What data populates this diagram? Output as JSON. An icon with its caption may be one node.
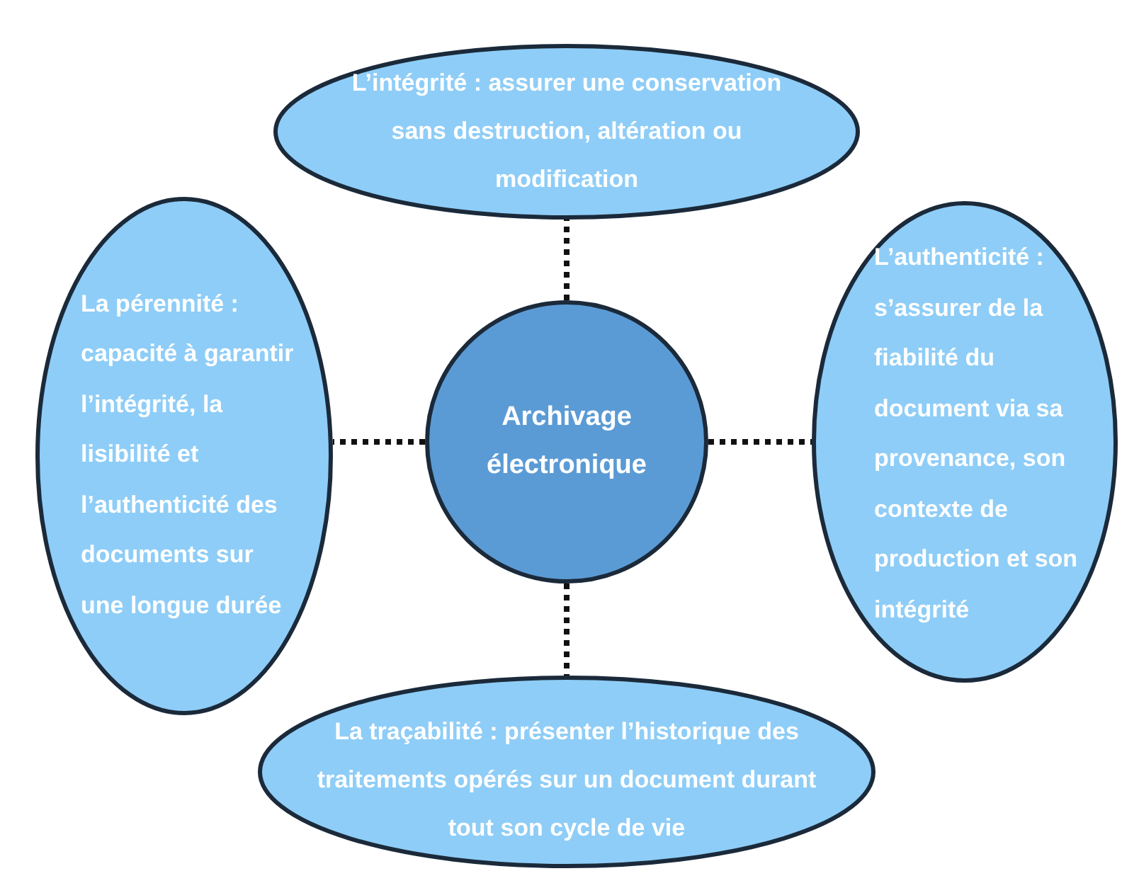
{
  "diagram": {
    "nodes": [
      {
        "text": [
          "Archivage électronique"
        ]
      },
      {
        "text": [
          "L’intégrité : assurer une conservation sans destruction, altération ou modification"
        ]
      },
      {
        "text": [
          "La pérennité : capacité à garantir l’intégrité, la lisibilité et l’authenticité des documents sur une longue durée"
        ]
      },
      {
        "text": [
          "L’authenticité : s’assurer de la fiabilité du document via sa provenance, son contexte de production et son intégrité"
        ]
      },
      {
        "text": [
          "La traçabilité : présenter l’historique des traitements opérés sur un document durant tout son cycle de vie"
        ]
      }
    ],
    "edges": [
      {
        "from": 0,
        "to": 1,
        "arrow": "none"
      },
      {
        "from": 0,
        "to": 2,
        "arrow": "none"
      },
      {
        "from": 0,
        "to": 3,
        "arrow": "none"
      },
      {
        "from": 0,
        "to": 4,
        "arrow": "none"
      }
    ]
  }
}
